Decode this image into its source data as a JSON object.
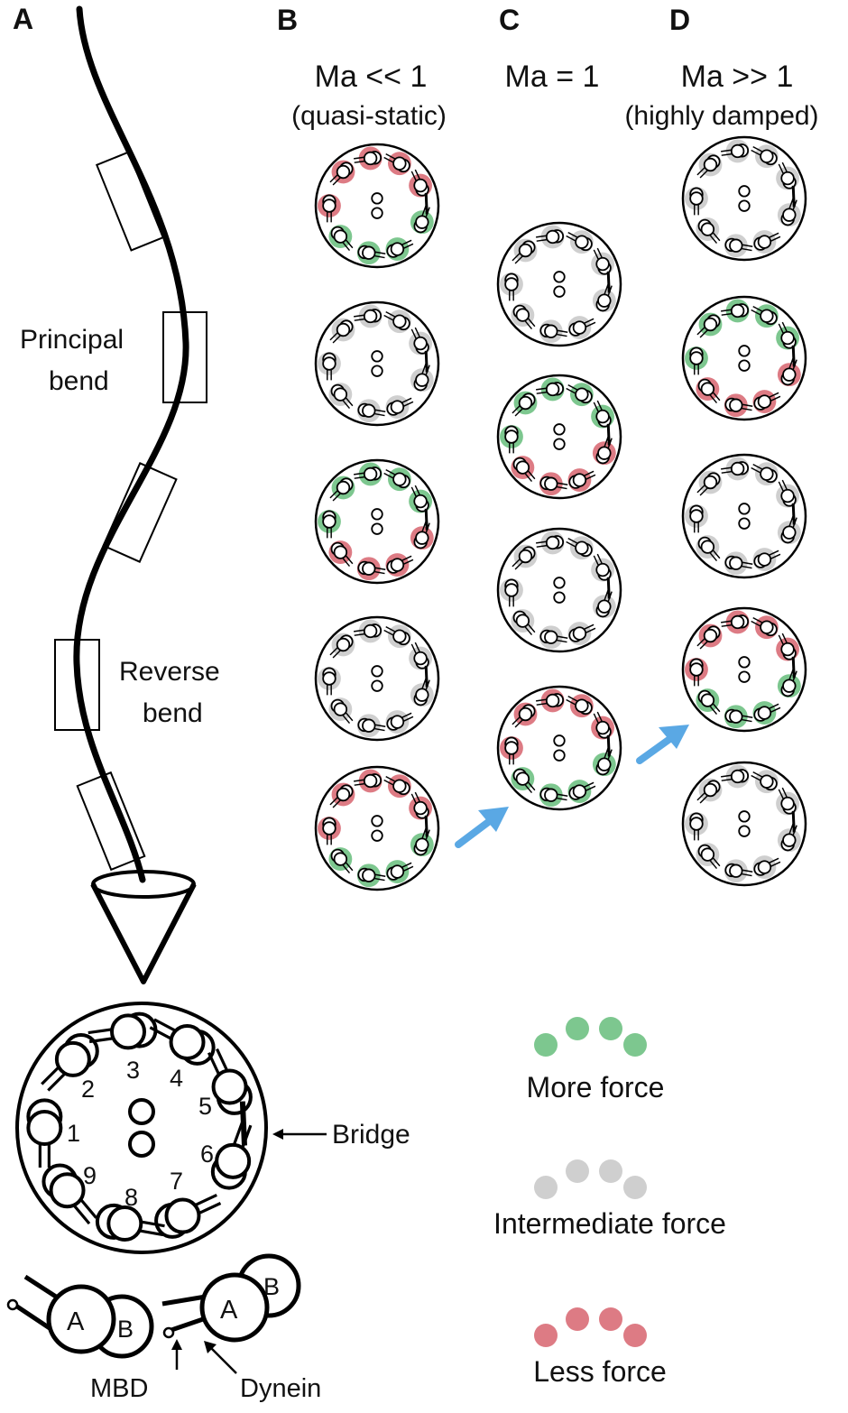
{
  "panels": {
    "a": "A",
    "b": "B",
    "c": "C",
    "d": "D"
  },
  "columns": {
    "b": {
      "title": "Ma << 1",
      "subtitle": "(quasi-static)"
    },
    "c": {
      "title": "Ma = 1",
      "subtitle": ""
    },
    "d": {
      "title": "Ma >> 1",
      "subtitle": "(highly damped)"
    }
  },
  "flagellum_labels": {
    "principal_line1": "Principal",
    "principal_line2": "bend",
    "reverse_line1": "Reverse",
    "reverse_line2": "bend"
  },
  "cross_section": {
    "doublet_numbers": [
      "1",
      "2",
      "3",
      "4",
      "5",
      "6",
      "7",
      "8",
      "9"
    ],
    "bridge_label": "Bridge"
  },
  "doublet_detail": {
    "tubule_a": "A",
    "tubule_b": "B",
    "mbd_label": "MBD",
    "dynein_label": "Dynein"
  },
  "legend": [
    {
      "label": "More force",
      "color": "#7dc78f"
    },
    {
      "label": "Intermediate force",
      "color": "#cfcfcf"
    },
    {
      "label": "Less force",
      "color": "#dd7b84"
    }
  ],
  "arrow_color": "#5aa8e4",
  "force_patterns": {
    "column_b": [
      "red-top",
      "gray",
      "green-top",
      "gray",
      "red-top"
    ],
    "column_c": [
      "gray",
      "green-top",
      "gray",
      "red-top"
    ],
    "column_d": [
      "gray",
      "green-top",
      "gray",
      "red-top",
      "gray"
    ]
  }
}
